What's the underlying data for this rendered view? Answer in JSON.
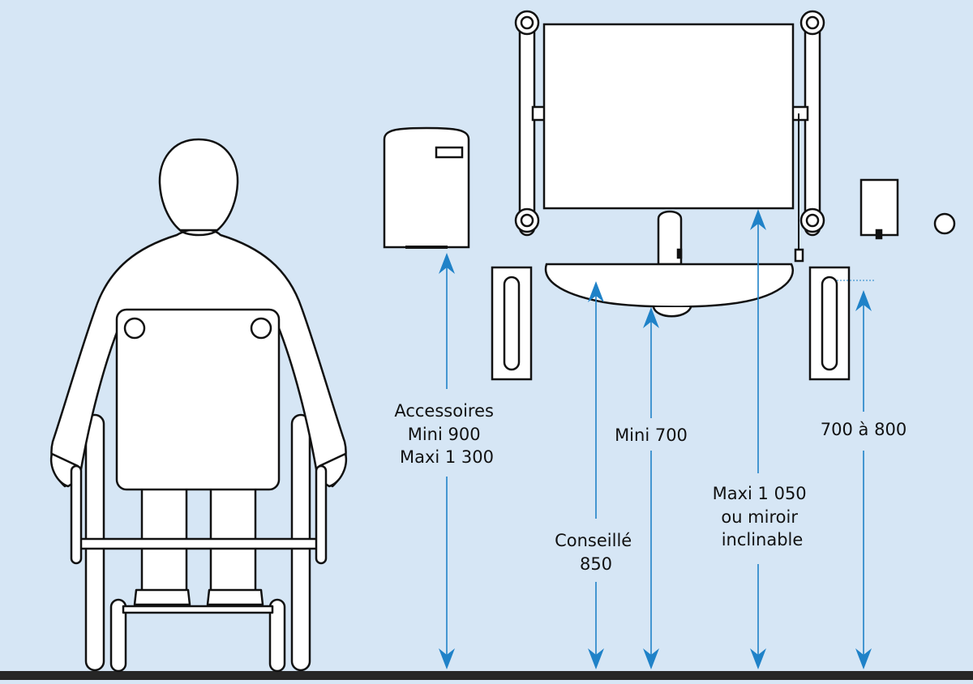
{
  "colors": {
    "background": "#d6e6f5",
    "outline": "#111111",
    "fill": "#ffffff",
    "arrow": "#1f82c8",
    "floor": "#262626"
  },
  "labels": {
    "accessories": [
      "Accessoires",
      "Mini 900",
      "Maxi 1 300"
    ],
    "recommended": [
      "Conseillé",
      "850"
    ],
    "sink_min": [
      "Mini 700"
    ],
    "mirror_max": [
      "Maxi 1 050",
      "ou miroir",
      "inclinable"
    ],
    "grab_bar": [
      "700 à 800"
    ]
  },
  "icons": {
    "person": "wheelchair-user-back-icon",
    "dispenser": "paper-towel-dispenser-icon",
    "mirror": "mirror-icon",
    "faucet": "faucet-icon",
    "sink": "washbasin-icon",
    "soap": "soap-dispenser-icon",
    "switch": "round-switch-icon",
    "grab_bar": "grab-bar-icon"
  }
}
